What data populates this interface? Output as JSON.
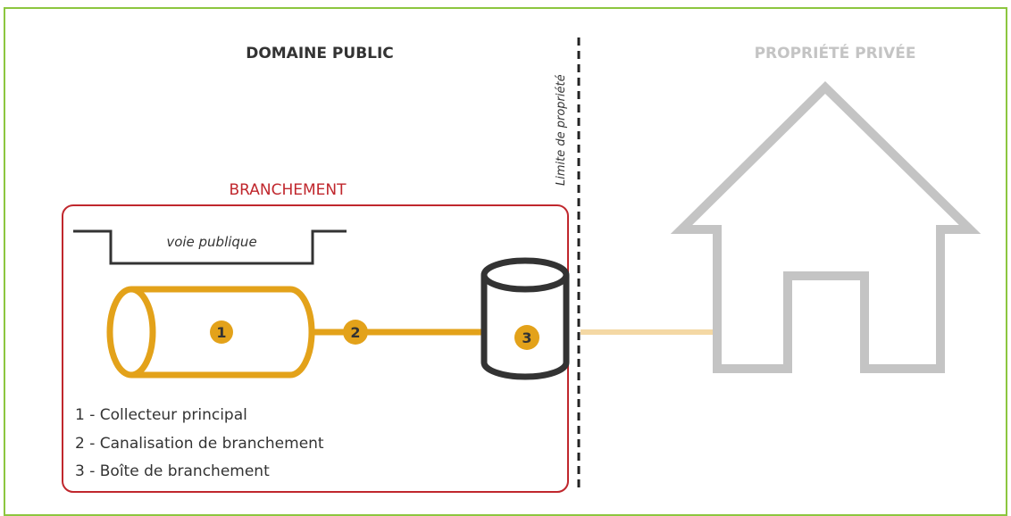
{
  "colors": {
    "frame_border": "#8cc63f",
    "branchement_red": "#c0272d",
    "pipe_orange": "#e3a21a",
    "pipe_light": "#f4d8a4",
    "box_dark": "#333333",
    "private_gray": "#c4c4c4",
    "text_dark": "#333333"
  },
  "headings": {
    "public_domain": "DOMAINE PUBLIC",
    "private_property": "PROPRIÉTÉ PRIVÉE",
    "property_limit": "Limite de propriété",
    "branchement": "BRANCHEMENT"
  },
  "road": {
    "label": "voie publique"
  },
  "markers": [
    "1",
    "2",
    "3"
  ],
  "legend": [
    "1 - Collecteur principal",
    "2 - Canalisation de branchement",
    "3 - Boîte de branchement"
  ],
  "icons": {
    "collector": "cylinder-pipe-icon",
    "box": "cylinder-box-icon",
    "house": "house-outline-icon"
  }
}
